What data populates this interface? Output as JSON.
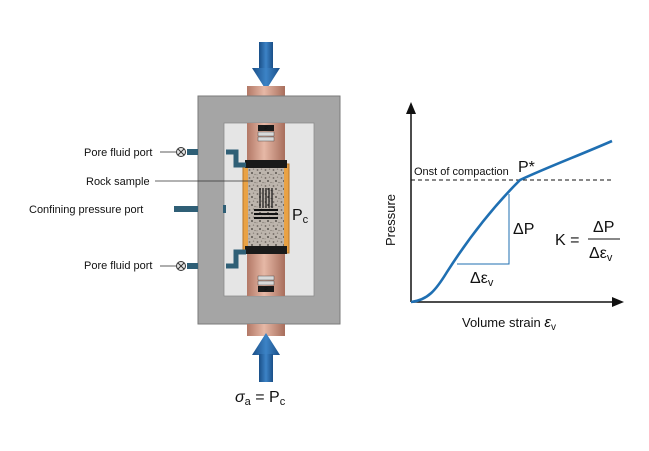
{
  "labels": {
    "pore_top": "Pore fluid port",
    "rock": "Rock sample",
    "confining": "Confining pressure port",
    "pore_bottom": "Pore fluid port",
    "pc_main": "P",
    "pc_sub": "c",
    "sigma_a_main": "σ",
    "sigma_a_sub": "a",
    "equals": " = ",
    "pc2_main": "P",
    "pc2_sub": "c",
    "plate_letter": "P"
  },
  "graph": {
    "ylabel": "Pressure",
    "xlabel_text": "Volume strain ",
    "xlabel_eps": "ε",
    "xlabel_sub": "v",
    "onset": "Onst of compaction",
    "pstar": "P*",
    "deltaP": "ΔP",
    "delta_eps": "Δε",
    "delta_eps_sub": "v",
    "k_lhs": "K = ",
    "k_num": "ΔP",
    "k_den": "Δε",
    "k_den_sub": "v"
  },
  "colors": {
    "arrow_blue": "#1e5fa0",
    "curve_blue": "#1f6fb2",
    "frame_gray": "#a5a5a5",
    "rod_copper": "#c9927e",
    "jacket_orange": "#e9a245",
    "tube_teal": "#2f5f76"
  }
}
